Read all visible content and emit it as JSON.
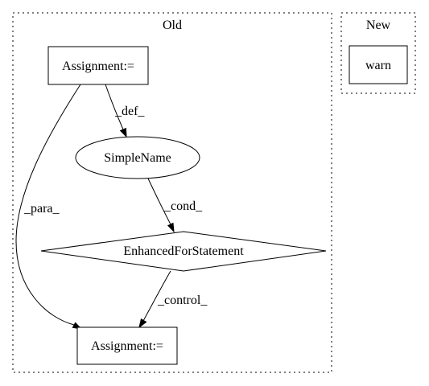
{
  "clusters": {
    "old": {
      "label": "Old"
    },
    "new": {
      "label": "New"
    }
  },
  "nodes": {
    "assignment_top": {
      "label": "Assignment:="
    },
    "simple_name": {
      "label": "SimpleName"
    },
    "enhanced_for": {
      "label": "EnhancedForStatement"
    },
    "assignment_bottom": {
      "label": "Assignment:="
    },
    "warn": {
      "label": "warn"
    }
  },
  "edges": {
    "def": {
      "label": "_def_"
    },
    "para": {
      "label": "_para_"
    },
    "cond": {
      "label": "_cond_"
    },
    "control": {
      "label": "_control_"
    }
  },
  "colors": {
    "stroke": "#000000",
    "background": "#ffffff"
  }
}
